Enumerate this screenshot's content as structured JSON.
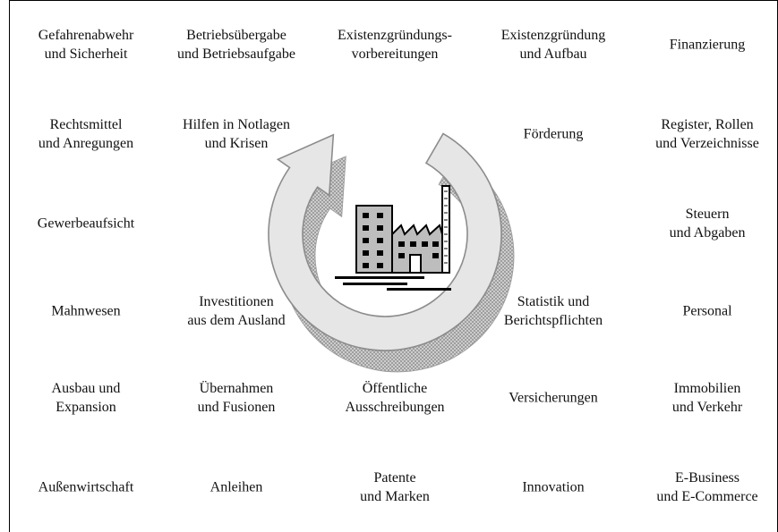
{
  "topics": [
    [
      "Gefahrenabwehr\nund Sicherheit",
      "Betriebsübergabe\nund Betriebsaufgabe",
      "Existenzgründungs-\nvorbereitungen",
      "Existenzgründung\nund Aufbau",
      "Finanzierung"
    ],
    [
      "Rechtsmittel\nund Anregungen",
      "Hilfen in Notlagen\nund Krisen",
      "",
      "Förderung",
      "Register, Rollen\nund Verzeichnisse"
    ],
    [
      "Gewerbeaufsicht",
      "",
      "",
      "",
      "Steuern\nund Abgaben"
    ],
    [
      "Mahnwesen",
      "Investitionen\naus dem Ausland",
      "",
      "Statistik und\nBerichtspflichten",
      "Personal"
    ],
    [
      "Ausbau und\nExpansion",
      "Übernahmen\nund Fusionen",
      "Öffentliche\nAusschreibungen",
      "Versicherungen",
      "Immobilien\nund Verkehr"
    ],
    [
      "Außenwirtschaft",
      "Anleihen",
      "Patente\nund Marken",
      "Innovation",
      "E-Business\nund E-Commerce"
    ]
  ],
  "colors": {
    "arrow_fill": "#e6e6e6",
    "arrow_stroke": "#8c8c8c",
    "shadow_fill": "#c4c4c4",
    "factory_fill": "#bdbdbd"
  },
  "icons": {
    "center": "factory-icon",
    "cycle": "circular-arrow-icon"
  }
}
